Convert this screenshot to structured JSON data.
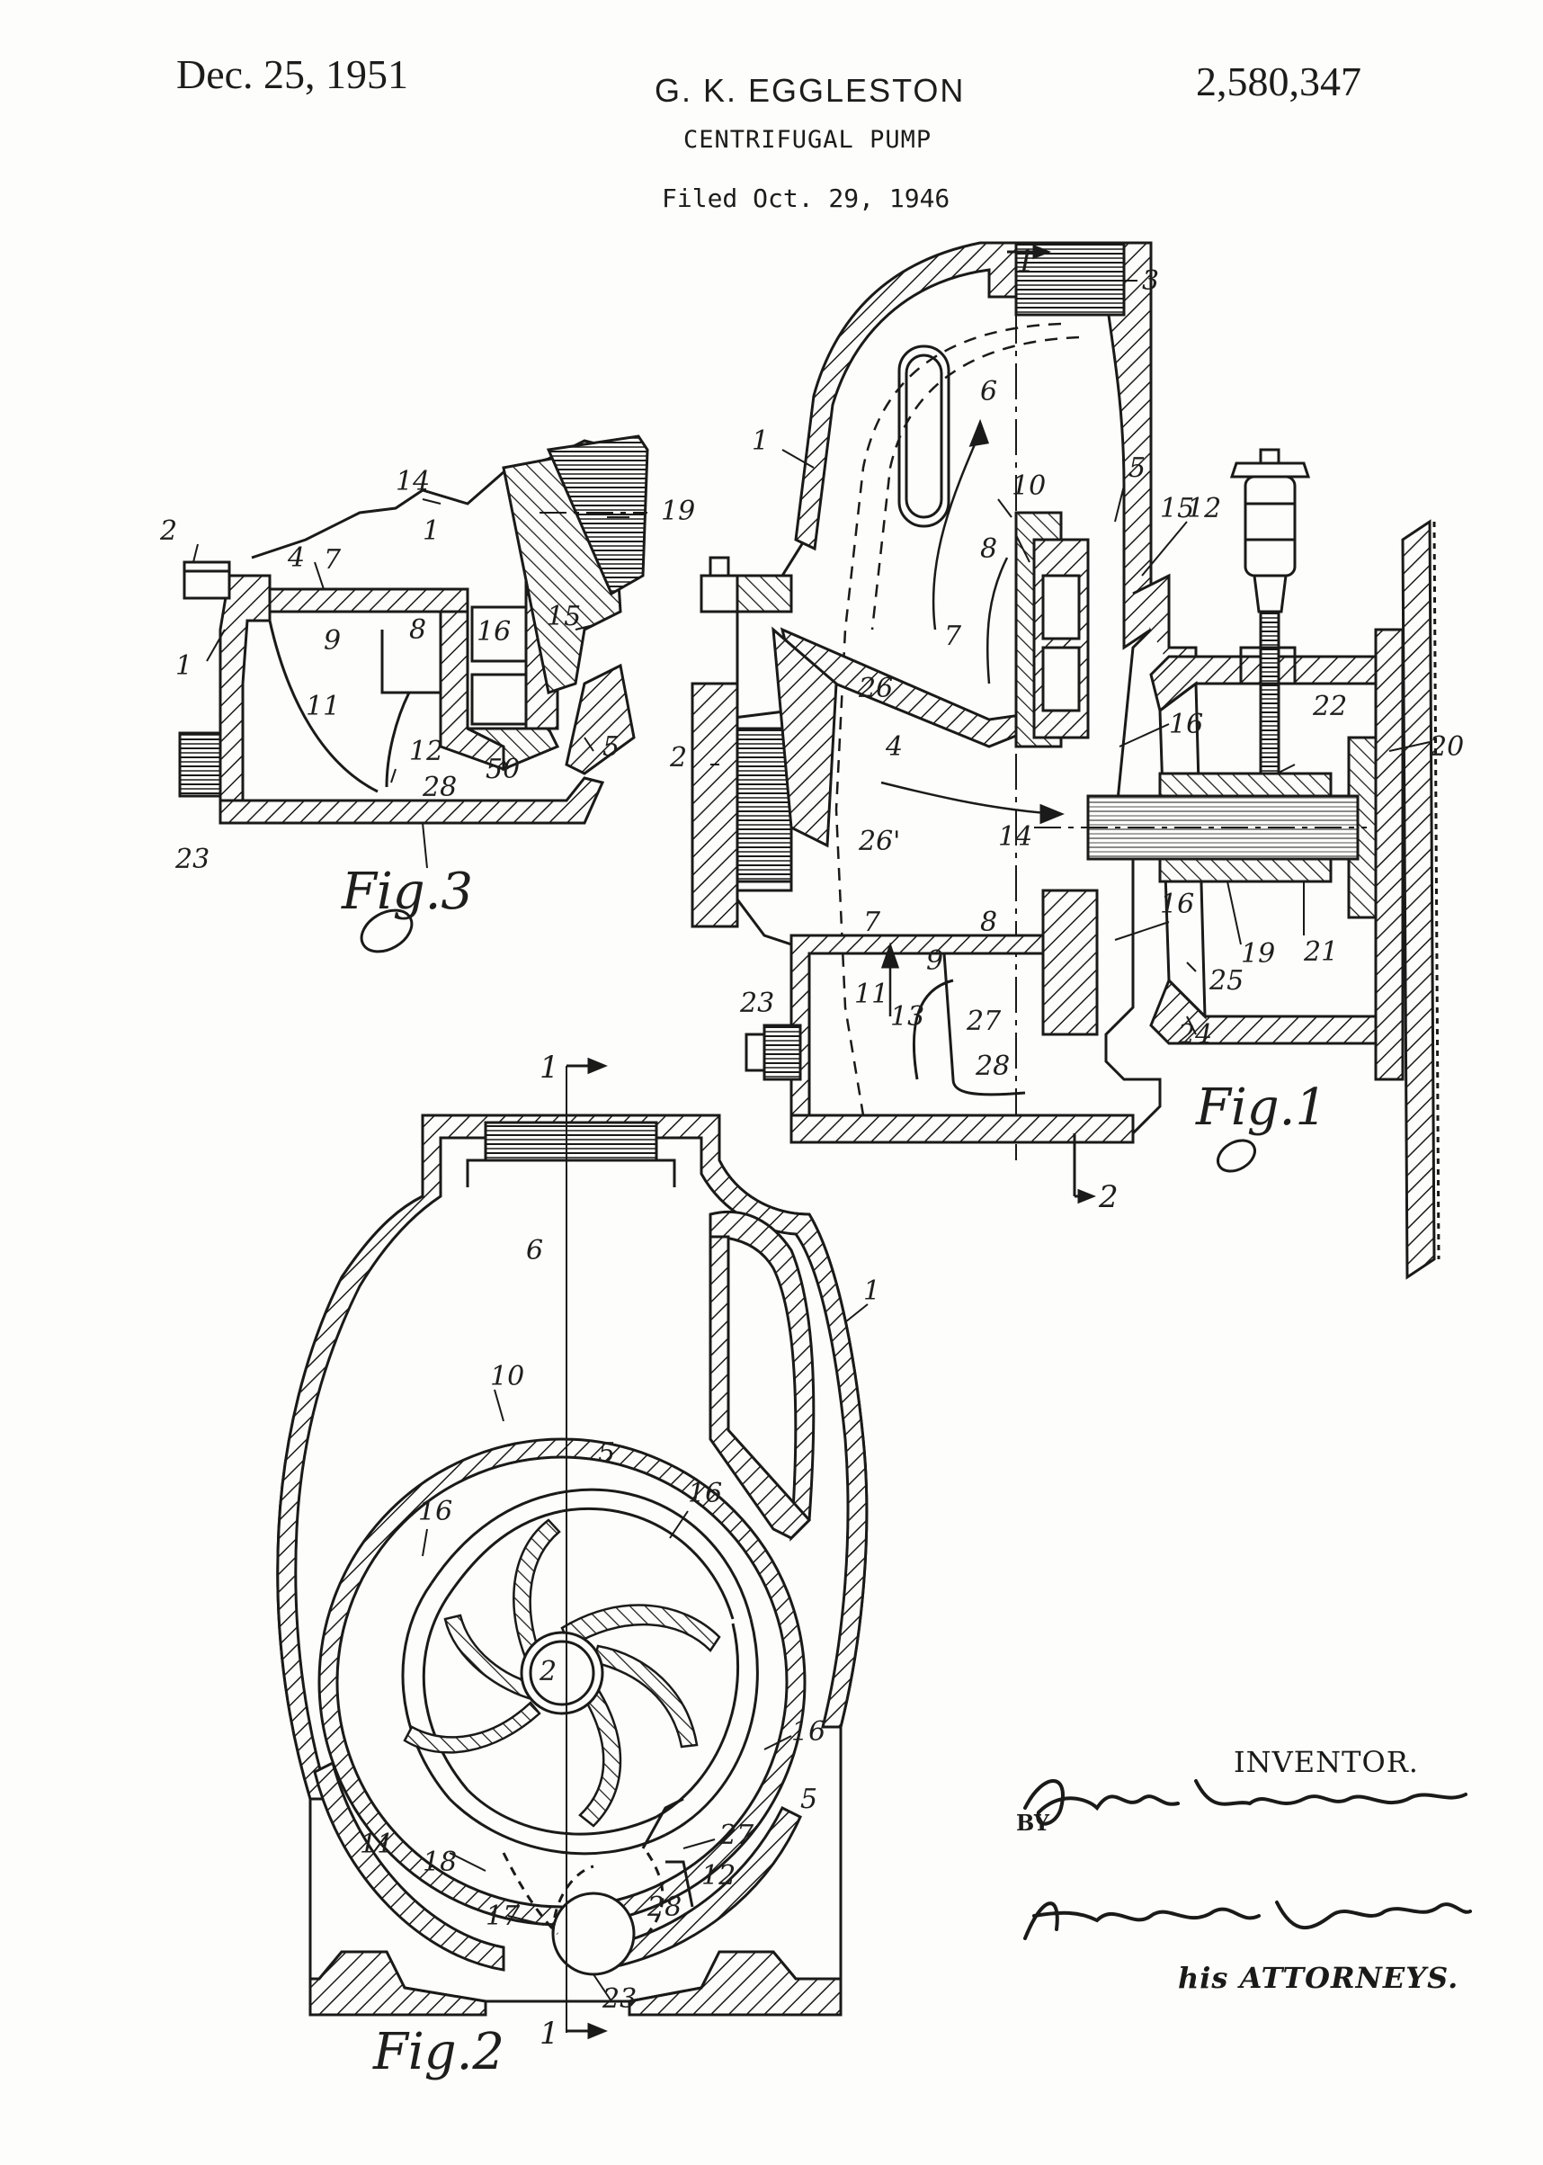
{
  "header": {
    "date": "Dec. 25, 1951",
    "inventor": "G. K. EGGLESTON",
    "patent_number": "2,580,347",
    "title": "CENTRIFUGAL PUMP",
    "filed": "Filed Oct. 29, 1946"
  },
  "figures": {
    "fig1": {
      "label": "Fig.1",
      "refs": [
        "1",
        "2",
        "3",
        "4",
        "5",
        "6",
        "7",
        "8",
        "8",
        "9",
        "10",
        "11",
        "12",
        "13",
        "14",
        "15",
        "16",
        "16",
        "19",
        "20",
        "21",
        "22",
        "23",
        "24",
        "25",
        "26",
        "26'",
        "27",
        "28"
      ]
    },
    "fig2": {
      "label": "Fig.2",
      "refs": [
        "1",
        "2",
        "5",
        "5",
        "6",
        "10",
        "11",
        "12",
        "16",
        "16",
        "16",
        "17",
        "18",
        "23",
        "27",
        "28"
      ]
    },
    "fig3": {
      "label": "Fig.3",
      "refs": [
        "1",
        "1",
        "2",
        "4",
        "5",
        "7",
        "8",
        "9",
        "11",
        "12",
        "14",
        "15",
        "16",
        "19",
        "23",
        "28",
        "50"
      ]
    },
    "section_marks": [
      "1",
      "1",
      "1",
      "2"
    ]
  },
  "signatures": {
    "inventor_label": "INVENTOR.",
    "inventor_signature": "Gilbert K. Eggleston",
    "by": "BY",
    "attorneys_signature": "Haragood & Cushman",
    "attorneys_label": "his ATTORNEYS."
  },
  "colors": {
    "ink": "#1a1a1a",
    "paper": "#fdfdfb"
  }
}
